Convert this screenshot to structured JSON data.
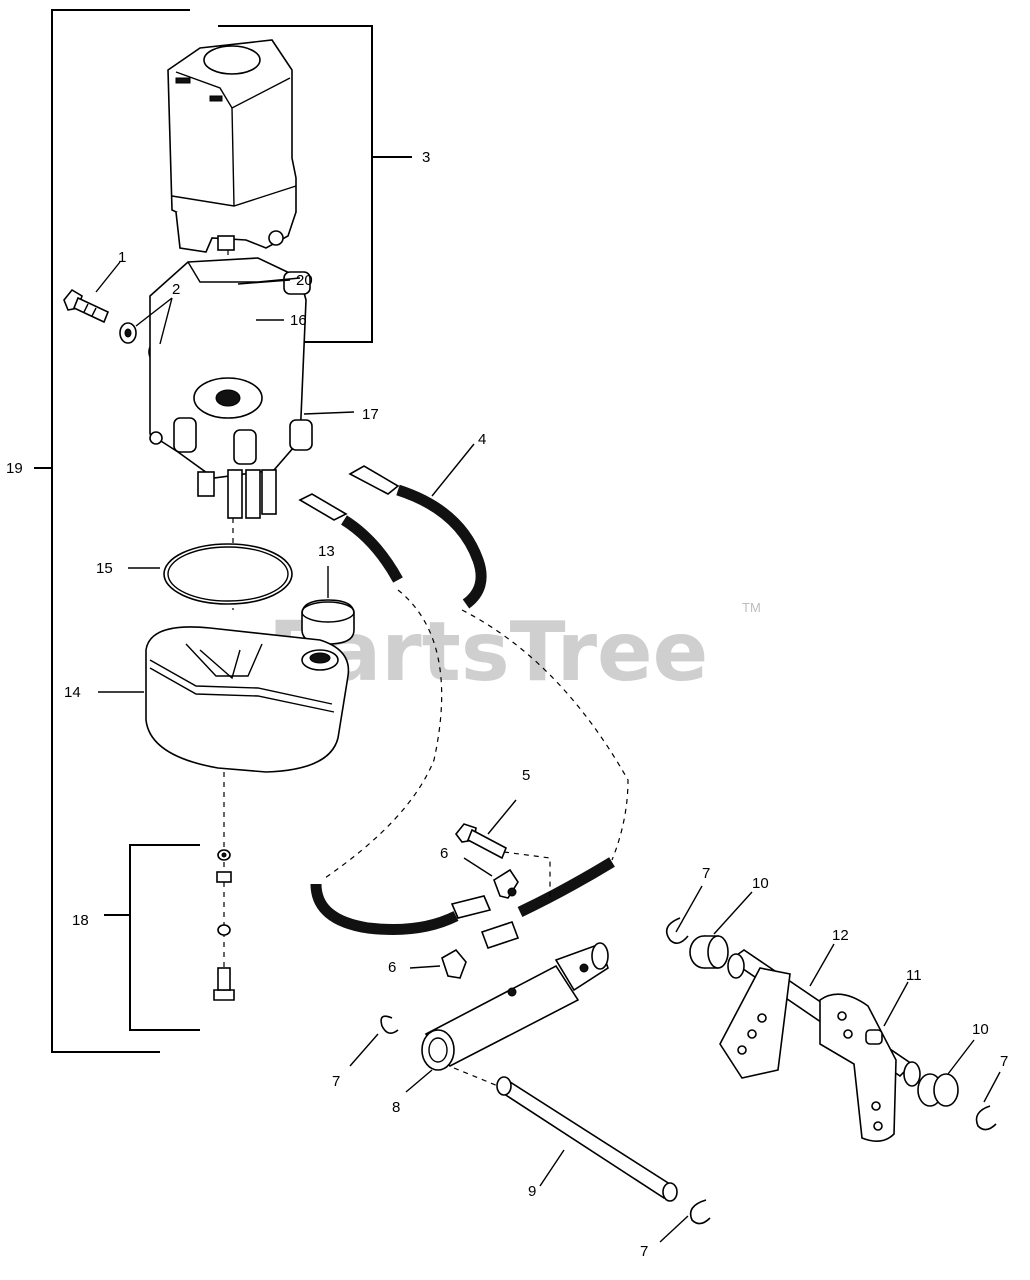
{
  "watermark": {
    "brand": "PartsTree",
    "trademark": "TM"
  },
  "callouts": {
    "c1": "1",
    "c2": "2",
    "c3": "3",
    "c4": "4",
    "c5": "5",
    "c6a": "6",
    "c6b": "6",
    "c7a": "7",
    "c7b": "7",
    "c7c": "7",
    "c7d": "7",
    "c8": "8",
    "c9": "9",
    "c10a": "10",
    "c10b": "10",
    "c11": "11",
    "c12": "12",
    "c13": "13",
    "c14": "14",
    "c15": "15",
    "c16": "16",
    "c17": "17",
    "c18": "18",
    "c19": "19",
    "c20": "20"
  }
}
